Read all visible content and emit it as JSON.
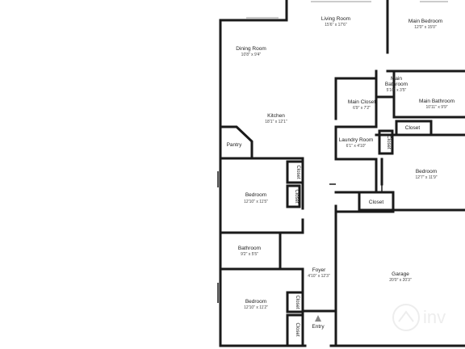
{
  "rooms": {
    "living_room": {
      "name": "Living Room",
      "dims": "15'6\" x 17'6\""
    },
    "main_bedroom": {
      "name": "Main Bedroom",
      "dims": "12'0\" x 15'0\""
    },
    "dining_room": {
      "name": "Dining Room",
      "dims": "10'8\" x 9'4\""
    },
    "main_bathroom_small": {
      "name": "Main\nBathroom",
      "line1": "Main",
      "line2": "Bathroom",
      "dims": "5'10\" x 3'5\""
    },
    "main_closet": {
      "name": "Main Closet",
      "dims": "6'9\" x 7'2\""
    },
    "main_bathroom": {
      "name": "Main Bathroom",
      "dims": "10'11\" x 9'9\""
    },
    "kitchen": {
      "name": "Kitchen",
      "dims": "18'1\" x 12'1\""
    },
    "closet_main": {
      "name": "Closet"
    },
    "pantry": {
      "name": "Pantry"
    },
    "laundry_room": {
      "name": "Laundry Room",
      "dims": "6'1\" x 4'10\""
    },
    "closet_laundry": {
      "name": "Closet"
    },
    "bedroom_right": {
      "name": "Bedroom",
      "dims": "12'7\" x 11'9\""
    },
    "closet_bed1_a": {
      "name": "Closet"
    },
    "closet_bed1_b": {
      "name": "Closet"
    },
    "bedroom_1": {
      "name": "Bedroom",
      "dims": "12'10\" x 11'5\""
    },
    "closet_right": {
      "name": "Closet"
    },
    "bathroom": {
      "name": "Bathroom",
      "dims": "9'2\" x 5'5\""
    },
    "foyer": {
      "name": "Foyer",
      "dims": "4'10\" x 12'3\""
    },
    "garage": {
      "name": "Garage",
      "dims": "20'0\" x 20'3\""
    },
    "bedroom_2": {
      "name": "Bedroom",
      "dims": "12'10\" x 11'2\""
    },
    "closet_bed2_a": {
      "name": "Closet"
    },
    "closet_bed2_b": {
      "name": "Closet"
    },
    "entry": {
      "name": "Entry"
    }
  },
  "watermark": "inv"
}
